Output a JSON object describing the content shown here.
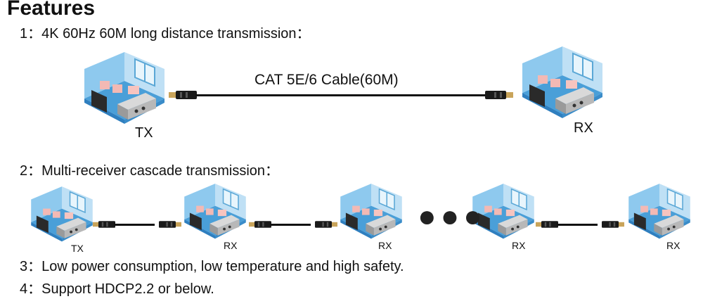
{
  "title": "Features",
  "features": [
    {
      "num": "1：",
      "text": "4K 60Hz 60M long distance transmission："
    },
    {
      "num": "2：",
      "text": "Multi-receiver cascade transmission："
    },
    {
      "num": "3：",
      "text": "Low power consumption, low temperature and high safety."
    },
    {
      "num": "4：",
      "text": "Support HDCP2.2 or below."
    }
  ],
  "diagram1": {
    "cable_label": "CAT 5E/6 Cable(60M)",
    "tx_label": "TX",
    "rx_label": "RX"
  },
  "diagram2": {
    "tx_label": "TX",
    "rx_labels": [
      "RX",
      "RX",
      "RX",
      "RX"
    ],
    "ellipsis": "●●●"
  },
  "colors": {
    "room_blue": "#4a9fd8",
    "room_light": "#bfe0f5",
    "cable": "#111111",
    "connector": "#c9a45a"
  }
}
